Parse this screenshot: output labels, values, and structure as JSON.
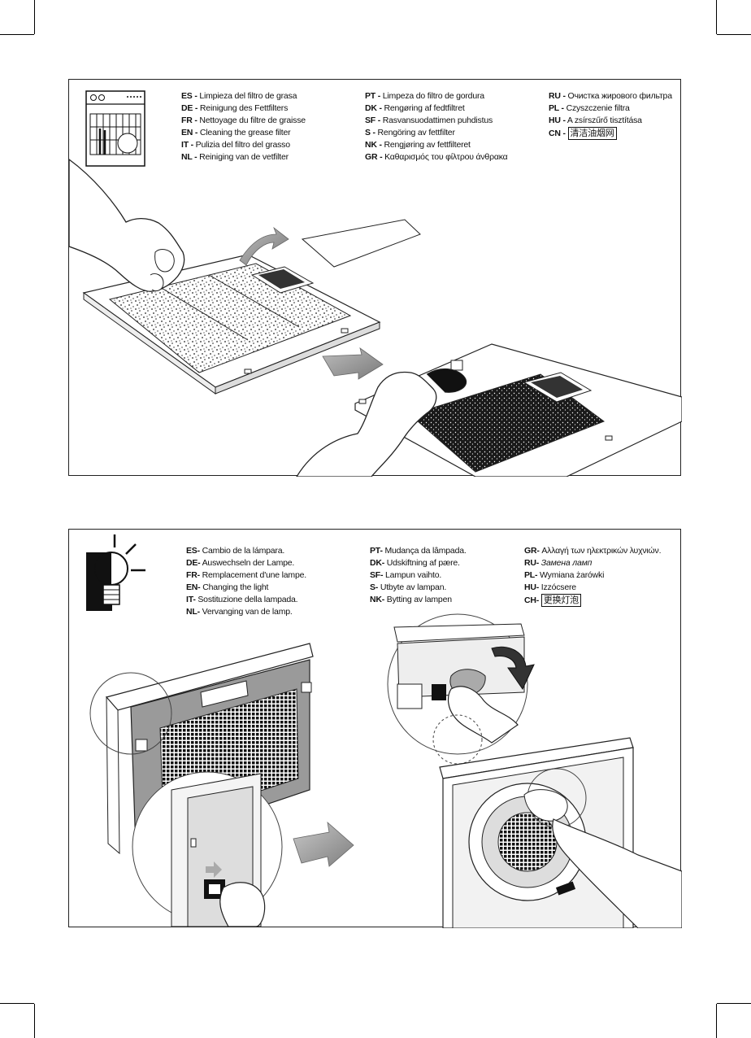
{
  "filter_section": {
    "languages_col1": [
      {
        "code": "ES -",
        "text": "Limpieza del filtro de grasa"
      },
      {
        "code": "DE -",
        "text": "Reinigung des Fettfilters"
      },
      {
        "code": "FR -",
        "text": "Nettoyage du filtre de graisse"
      },
      {
        "code": "EN -",
        "text": "Cleaning the grease filter"
      },
      {
        "code": "IT -",
        "text": "Pulizia del filtro del grasso"
      },
      {
        "code": "NL -",
        "text": "Reiniging van de vetfilter"
      }
    ],
    "languages_col2": [
      {
        "code": "PT -",
        "text": "Limpeza do filtro de gordura"
      },
      {
        "code": "DK -",
        "text": "Rengøring af fedtfiltret"
      },
      {
        "code": "SF -",
        "text": "Rasvansuodattimen puhdistus"
      },
      {
        "code": "S -",
        "text": "Rengöring av fettfilter"
      },
      {
        "code": "NK -",
        "text": "Rengjøring av fettfilteret"
      },
      {
        "code": "GR -",
        "text": "Καθαρισμός του φίλτρου άνθρακα"
      }
    ],
    "languages_col3": [
      {
        "code": "RU -",
        "text": "Очистка жирового фильтра"
      },
      {
        "code": "PL -",
        "text": "Czyszczenie filtra"
      },
      {
        "code": "HU -",
        "text": "A zsírszűrő tisztítása"
      },
      {
        "code": "CN -",
        "text": "清洁油烟网"
      }
    ],
    "icon": "dishwasher-icon"
  },
  "lamp_section": {
    "languages_col1": [
      {
        "code": "ES-",
        "text": "Cambio de la lámpara."
      },
      {
        "code": "DE-",
        "text": "Auswechseln der Lampe."
      },
      {
        "code": "FR-",
        "text": "Remplacement d'une lampe."
      },
      {
        "code": "EN-",
        "text": "Changing the light"
      },
      {
        "code": "IT-",
        "text": "Sostituzione della lampada."
      },
      {
        "code": "NL-",
        "text": "Vervanging van de lamp."
      }
    ],
    "languages_col2": [
      {
        "code": "PT-",
        "text": "Mudança da lâmpada."
      },
      {
        "code": "DK-",
        "text": "Udskiftning af pære."
      },
      {
        "code": "SF-",
        "text": "Lampun vaihto."
      },
      {
        "code": "S-",
        "text": "Utbyte av lampan."
      },
      {
        "code": "NK-",
        "text": "Bytting av lampen"
      }
    ],
    "languages_col3": [
      {
        "code": "GR-",
        "text": "Αλλαγή των ηλεκτρικών λυχνιών."
      },
      {
        "code": "RU-",
        "text": "Замена ламп"
      },
      {
        "code": "PL-",
        "text": "Wymiana żarówki"
      },
      {
        "code": "HU-",
        "text": "Izzócsere"
      },
      {
        "code": "CH-",
        "text": "更换灯泡"
      }
    ],
    "icon": "light-bulb-icon"
  }
}
